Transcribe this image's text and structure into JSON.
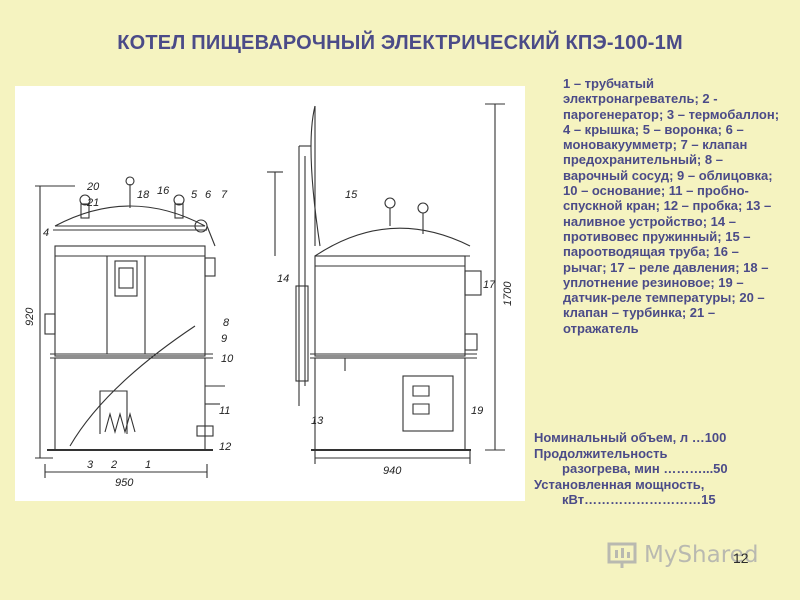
{
  "title": "КОТЕЛ ПИЩЕВАРОЧНЫЙ ЭЛЕКТРИЧЕСКИЙ КПЭ-100-1М",
  "legend": "1 – трубчатый электронагреватель; 2 - парогенератор; 3 – термобаллон; 4 – крышка; 5 – воронка; 6 – моновакуумметр; 7 – клапан предохранительный; 8 – варочный сосуд; 9 – облицовка; 10 – основание; 11 – пробно-спускной кран; 12 – пробка; 13 – наливное устройство; 14 – противовес пружинный; 15 – пароотводящая труба; 16 – рычаг; 17 – реле давления; 18 – уплотнение резиновое; 19 – датчик-реле температуры; 20 – клапан – турбинка; 21 – отражатель",
  "specs": {
    "volume_label": "Номинальный объем, л …100",
    "heat_label_1": "Продолжительность",
    "heat_label_2": "разогрева, мин ………...50",
    "power_label_1": "Установленная мощность,",
    "power_label_2": "кВт………………………15"
  },
  "drawing_labels": {
    "n920": "920",
    "n950": "950",
    "n940": "940",
    "n1700": "1700",
    "c1": "1",
    "c2": "2",
    "c3": "3",
    "c4": "4",
    "c5": "5",
    "c6": "6",
    "c7": "7",
    "c8": "8",
    "c9": "9",
    "c10": "10",
    "c11": "11",
    "c12": "12",
    "c13": "13",
    "c14": "14",
    "c15": "15",
    "c16": "16",
    "c17": "17",
    "c18": "18",
    "c19": "19",
    "c20": "20",
    "c21": "21"
  },
  "watermark": "MyShared",
  "page_number": "12",
  "colors": {
    "background": "#f5f3c0",
    "text": "#4b4b88"
  }
}
